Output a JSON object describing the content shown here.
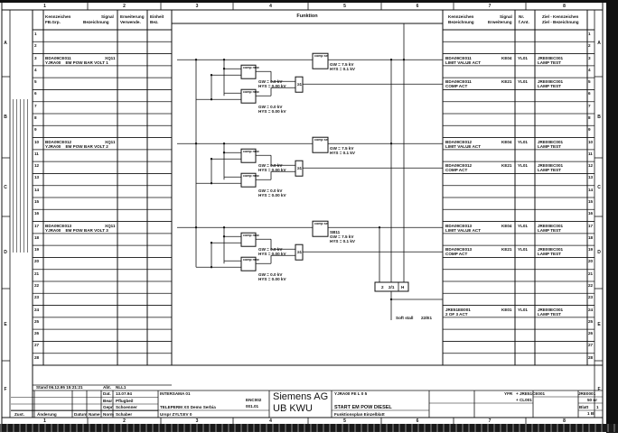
{
  "column_numbers": [
    "1",
    "2",
    "3",
    "4",
    "5",
    "6",
    "7",
    "8"
  ],
  "row_letters": [
    "A",
    "B",
    "C",
    "D",
    "E",
    "F"
  ],
  "left_table": {
    "headers": {
      "kennzeichen": "Kennzeichen",
      "fb_grp": "FB.Grp.",
      "signal": "Signal",
      "bezeichnung": "Bezeichnung",
      "erweiterung": "Erweiterung",
      "verwende": "Verwende.",
      "einheit": "Einheit",
      "bez": "Bez."
    },
    "entries": [
      {
        "row": 3,
        "line1": "BDA09CE011",
        "tag": "XQ11",
        "line2": "YJRA00    EM POW BAR VOLT 1"
      },
      {
        "row": 10,
        "line1": "BDA09CE012",
        "tag": "XQ11",
        "line2": "YJRA00    EM POW BAR VOLT 2"
      },
      {
        "row": 17,
        "line1": "BDA09CE013",
        "tag": "XQ11",
        "line2": "YJRA00    EM POW BAR VOLT 3"
      }
    ]
  },
  "function_header": "Funktion",
  "right_table": {
    "headers": {
      "kennzeichen": "Kennzeichen",
      "bezeichnung": "Bezeichnung",
      "signal": "Signal",
      "erweiterung": "Erweiterung",
      "nr": "Nr.",
      "fkt": "f.Ant.",
      "ziel": "Ziel - Kennzeichen",
      "ziel_bez": "Ziel - Bezeichnung"
    },
    "entries": [
      {
        "row": 3,
        "kz": "BDA09CE011",
        "sig": "KE04",
        "text": "LIMIT VALUE ACT",
        "nr": "YL01",
        "ziel": "JRE00EC001",
        "ziel_text": "LAMP TEST"
      },
      {
        "row": 5,
        "kz": "BDA09CE011",
        "sig": "KE21",
        "text": "COMP ACT",
        "nr": "YL01",
        "ziel": "JRE00EC001",
        "ziel_text": "LAMP TEST"
      },
      {
        "row": 10,
        "kz": "BDA09CE012",
        "sig": "KE04",
        "text": "LIMIT VALUE ACT",
        "nr": "YL01",
        "ziel": "JRE00EC001",
        "ziel_text": "LAMP TEST"
      },
      {
        "row": 12,
        "kz": "BDA09CE012",
        "sig": "KE21",
        "text": "COMP ACT",
        "nr": "YL01",
        "ziel": "JRE00EC001",
        "ziel_text": "LAMP TEST"
      },
      {
        "row": 17,
        "kz": "BDA09CE013",
        "sig": "KE04",
        "text": "LIMIT VALUE ACT",
        "nr": "YL01",
        "ziel": "JRE00EC001",
        "ziel_text": "LAMP TEST"
      },
      {
        "row": 19,
        "kz": "BDA09CE013",
        "sig": "KE21",
        "text": "COMP ACT",
        "nr": "YL01",
        "ziel": "JRE00EC001",
        "ziel_text": "LAMP TEST"
      },
      {
        "row": 24,
        "kz": "JRE51EE001",
        "sig": "KE01",
        "text": "2 OF 3 ACT",
        "nr": "YL01",
        "ziel": "JRE00EC001",
        "ziel_text": "LAMP TEST"
      }
    ]
  },
  "row_count": 28,
  "diagram": {
    "groups": [
      {
        "row": 3,
        "sel_label": "comp sel",
        "sel_extra": "",
        "sel_gw": "GW = 7.5 kV",
        "sel_hys": "HYS = 0.1 kV",
        "max_label": "comp max",
        "max1_gw": "GW = 0.0 kV",
        "max1_hys": "HYS = 0.00 kV",
        "max2_gw": "GW = 0.0 kV",
        "max2_hys": "HYS = 0.00 kV",
        "or_label": "≥1"
      },
      {
        "row": 10,
        "sel_label": "comp sel",
        "sel_extra": "",
        "sel_gw": "GW = 7.5 kV",
        "sel_hys": "HYS = 0.1 kV",
        "max_label": "comp max",
        "max1_gw": "GW = 0.0 kV",
        "max1_hys": "HYS = 0.00 kV",
        "max2_gw": "GW = 0.0 kV",
        "max2_hys": "HYS = 0.00 kV",
        "or_label": "≥1"
      },
      {
        "row": 17,
        "sel_label": "comp sel",
        "sel_extra": "SB11",
        "sel_gw": "GW = 7.5 kV",
        "sel_hys": "HYS = 0.1 kV",
        "max_label": "comp max",
        "max1_gw": "GW = 0.0 kV",
        "max1_hys": "HYS = 0.00 kV",
        "max2_gw": "GW = 0.0 kV",
        "max2_hys": "HYS = 0.00 kV",
        "or_label": "≥1"
      }
    ],
    "vote_box": {
      "left": "2",
      "mid": "2/1",
      "right": "H"
    },
    "output_label": "Soft stall",
    "output_ref": "22/E1"
  },
  "title_block": {
    "stand": "Stand  06.12.95   15:21:21",
    "abt_label": "Abt.",
    "abt": "NLL1",
    "rows": [
      {
        "label": "Dat.",
        "value": "13.07.94"
      },
      {
        "label": "Bear",
        "value": "Pflugbeil"
      },
      {
        "label": "Gepr",
        "value": "Schoenner"
      },
      {
        "label": "Norm",
        "value": "Schaber"
      }
    ],
    "footer": {
      "zust": "Zust.",
      "aenderung": "Änderung",
      "datum": "Datum",
      "name": "Name"
    },
    "project": "INTERSAMA 01",
    "code1": "ENC002",
    "code2": "001.01",
    "system": "TELEPERM XS Demo Serbia",
    "urspr": "Urspr ZYLT.EV 0",
    "company": "Siemens AG",
    "division": "UB KWU",
    "kks": "YJRA00    FE   L        0          5",
    "title": "START EM POW DIESEL",
    "subtitle": "Funktionsplan Einzelblatt",
    "yfr": "YFR",
    "ref1": "+ JRE51CE001",
    "ref2": "+ CL001",
    "doc": "JRE0001",
    "scale": "50 nr",
    "blatt_label": "Blatt",
    "blatt": "1",
    "bl": "1   Bl"
  }
}
